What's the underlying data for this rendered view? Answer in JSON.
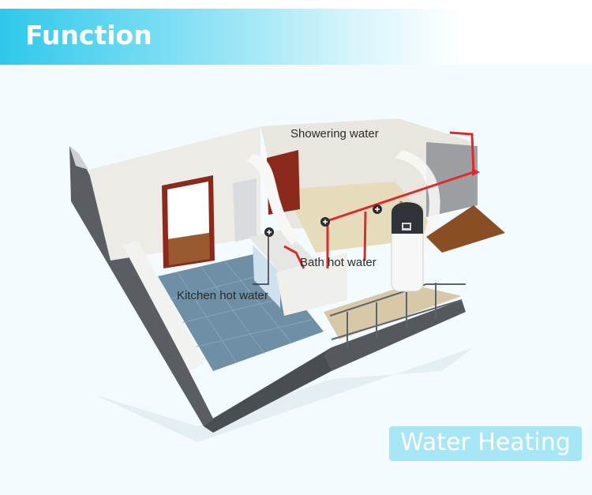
{
  "header": {
    "title": "Function",
    "gradient_start": "#2ec8ea"
  },
  "illustration": {
    "description": "3D cutaway of apartment with heat pump water heater on balcony",
    "labels": {
      "showering": "Showering water",
      "bath": "Bath hot water",
      "kitchen": "Kitchen hot water"
    },
    "pipe_color": "#e02a2a"
  },
  "badge": {
    "label": "Water Heating",
    "color": "#a7e6f4"
  }
}
